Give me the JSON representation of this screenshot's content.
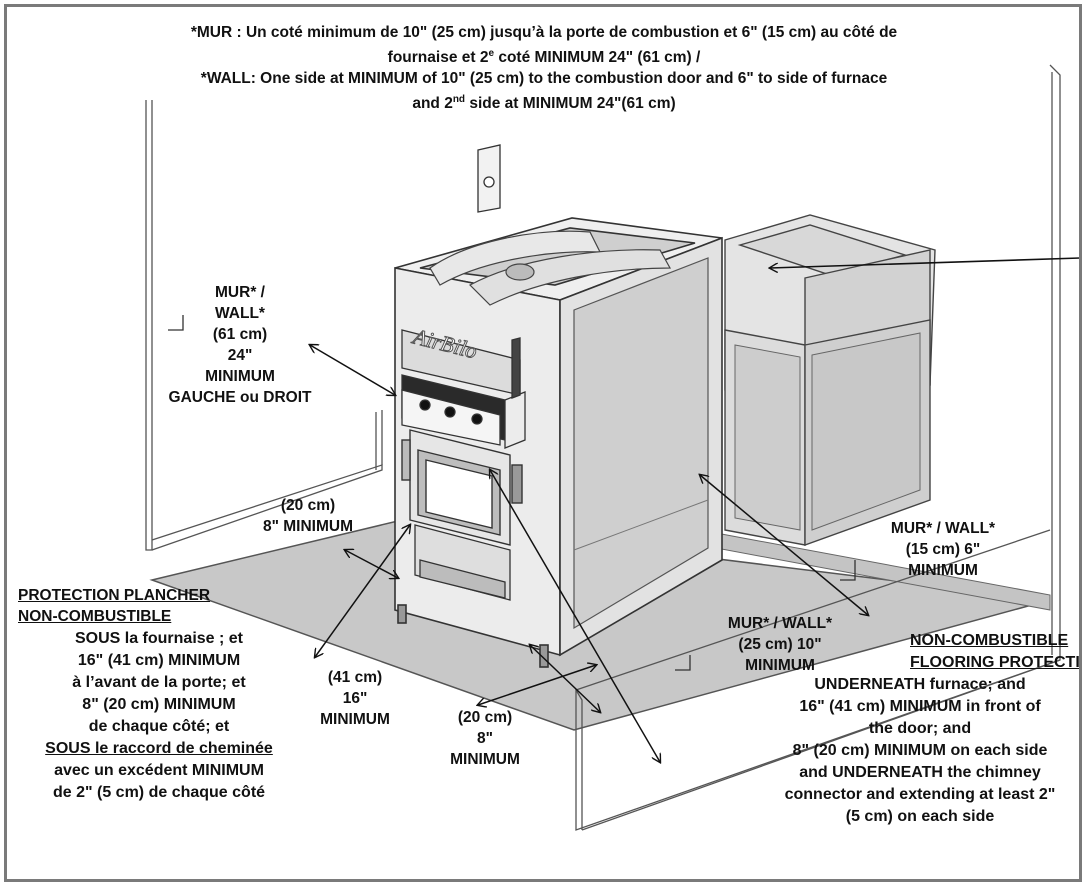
{
  "header": {
    "line1": "*MUR : Un coté minimum de 10\" (25 cm) jusqu’à la porte de combustion et 6\" (15 cm) au côté de",
    "line2a": "fournaise et 2",
    "line2sup": "e",
    "line2b": " coté MINIMUM 24\" (61 cm) /",
    "line3": "*WALL: One side at MINIMUM of 10\" (25 cm) to the combustion door and 6\" to side of furnace",
    "line4a": "and 2",
    "line4sup": "nd",
    "line4b": " side at MINIMUM 24\"(61 cm)"
  },
  "labels": {
    "wall_left": [
      "MUR* /",
      "WALL*",
      "(61 cm)",
      "24\"",
      "MINIMUM",
      "GAUCHE ou DROIT"
    ],
    "side_left": [
      "(20 cm)",
      "8\" MINIMUM"
    ],
    "wall_right": [
      "MUR* / WALL*",
      "(15 cm) 6\"",
      "MINIMUM"
    ],
    "wall_front": [
      "MUR* / WALL*",
      "(25 cm) 10\"",
      "MINIMUM"
    ],
    "front_clear": [
      "(41 cm)",
      "16\"",
      "MINIMUM"
    ],
    "side_bottom": [
      "(20 cm)",
      "8\"",
      "MINIMUM"
    ]
  },
  "fr_note": {
    "title1": "PROTECTION PLANCHER",
    "title2": "NON-COMBUSTIBLE",
    "l1": "SOUS la fournaise ; et",
    "l2": "16\" (41 cm) MINIMUM",
    "l3": "à l’avant de la porte; et",
    "l4": "8\" (20 cm) MINIMUM",
    "l5": "de chaque côté; et",
    "l6": "SOUS le raccord de cheminée",
    "l7": "avec un excédent MINIMUM",
    "l8": "de 2\" (5 cm) de chaque côté"
  },
  "en_note": {
    "title1": "NON-COMBUSTIBLE",
    "title2": "FLOORING PROTECTION",
    "l1": "UNDERNEATH furnace; and",
    "l2": "16\" (41 cm) MINIMUM in front of",
    "l3": "the door; and",
    "l4": "8\" (20 cm) MINIMUM on each side",
    "l5": "and UNDERNEATH the chimney",
    "l6": "connector and extending at least 2\"",
    "l7": "(5 cm) on each side"
  },
  "brand": "AirBilo",
  "colors": {
    "floor": "#c8c8c8",
    "panel": "#d9d9d9",
    "frame": "#f2f2f2",
    "ink": "#111111"
  }
}
